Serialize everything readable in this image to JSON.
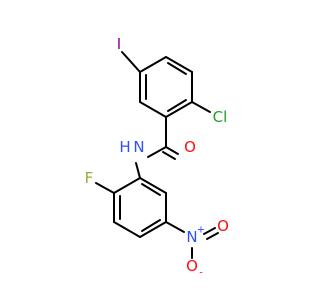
{
  "molecule": {
    "atoms": {
      "iodine": "I",
      "chlorine": "Cl",
      "nitrogen_amide": "N",
      "hydrogen_amide": "H",
      "oxygen_carbonyl": "O",
      "fluorine": "F",
      "nitrogen_nitro": "N",
      "nitro_plus": "+",
      "oxygen_nitro_double": "O",
      "oxygen_nitro_single": "O",
      "nitro_minus": "-"
    },
    "colors": {
      "bond": "#000000",
      "iodine": "#940094",
      "chlorine": "#1fa01f",
      "nitrogen": "#3050f8",
      "oxygen": "#ff0d0d",
      "fluorine": "#8fb040",
      "carbon": "#000000"
    }
  }
}
